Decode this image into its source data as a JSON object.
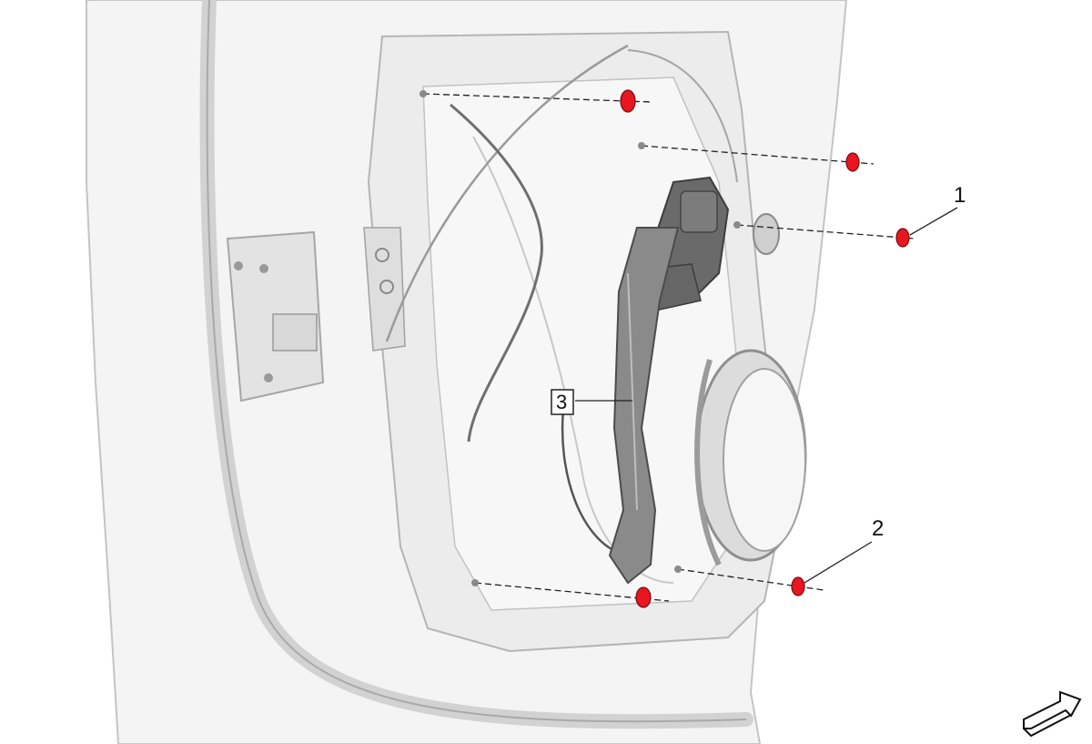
{
  "callouts": {
    "label_1": "1",
    "label_2": "2",
    "label_3": "3"
  },
  "colors": {
    "fastener": "#e8161f",
    "panel_fill": "#f2f2f2",
    "outline": "#b9b9b9",
    "regulator": "#8a8a8a",
    "dark_part": "#5c5c5c"
  },
  "icons": {
    "front_arrow": "view-direction-arrow-icon"
  }
}
